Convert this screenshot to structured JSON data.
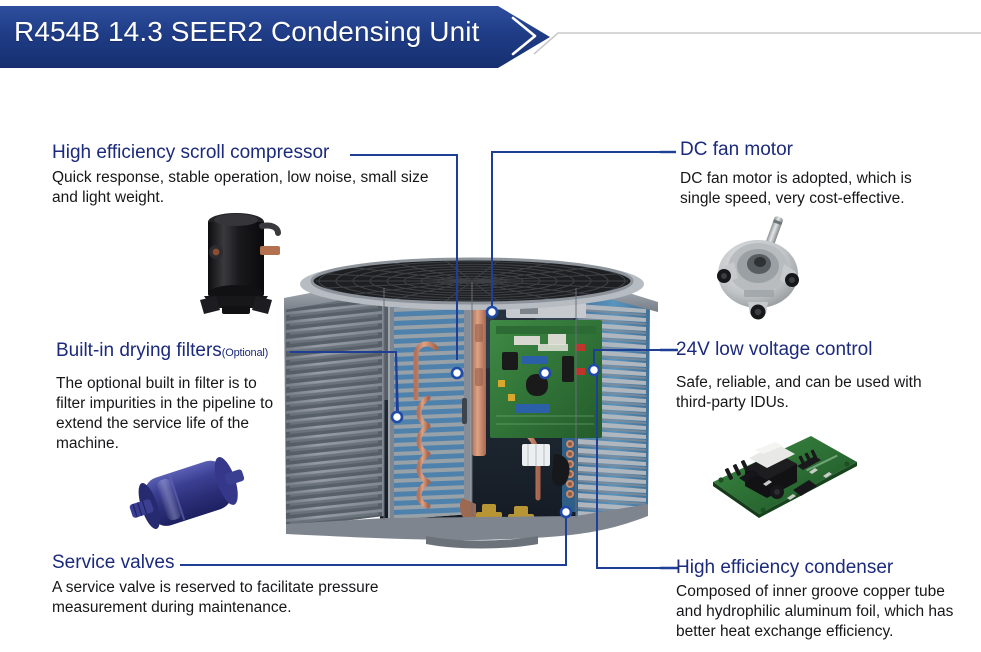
{
  "header": {
    "title": "R454B 14.3 SEER2 Condensing Unit",
    "chevron_icon": "chevron-right-icon",
    "band_color": "#1f3c86",
    "rule_color": "#c9c9c9"
  },
  "theme": {
    "heading_color": "#1b2a7c",
    "body_color": "#17171a",
    "leader_color": "#1f3f96",
    "marker_fill": "#ffffff",
    "marker_stroke": "#1f4aa8",
    "background": "#ffffff"
  },
  "callouts": [
    {
      "id": "compressor",
      "side": "left",
      "heading": "High efficiency scroll compressor",
      "optional_tag": "",
      "body": "Quick response, stable operation, low noise, small size and light weight.",
      "photo_name": "scroll-compressor-photo"
    },
    {
      "id": "filters",
      "side": "left",
      "heading": "Built-in drying filters",
      "optional_tag": "(Optional)",
      "body": "The optional built in filter is to filter impurities in the pipeline to extend the service life of the machine.",
      "photo_name": "drying-filter-photo"
    },
    {
      "id": "valves",
      "side": "left",
      "heading": "Service valves",
      "optional_tag": "",
      "body": "A service valve is reserved to facilitate pressure measurement during maintenance.",
      "photo_name": ""
    },
    {
      "id": "fanmotor",
      "side": "right",
      "heading": "DC fan motor",
      "optional_tag": "",
      "body": "DC fan motor is adopted, which is single speed, very cost-effective.",
      "photo_name": "dc-fan-motor-photo"
    },
    {
      "id": "lowvoltage",
      "side": "right",
      "heading": "24V low voltage control",
      "optional_tag": "",
      "body": "Safe, reliable, and can be used with third-party IDUs.",
      "photo_name": "control-board-photo"
    },
    {
      "id": "condenser",
      "side": "right",
      "heading": "High efficiency condenser",
      "optional_tag": "",
      "body": "Composed of inner groove copper tube and hydrophilic aluminum foil, which has better heat exchange efficiency.",
      "photo_name": ""
    }
  ],
  "product_image": {
    "name": "condensing-unit-cutaway",
    "description": "Outdoor condensing unit with cutaway showing copper tubing, control board and condenser coil",
    "cabinet_color": "#8d939b",
    "coil_color": "#4e82ac",
    "copper_color": "#c98a6b",
    "pcb_color": "#2f6b32"
  }
}
